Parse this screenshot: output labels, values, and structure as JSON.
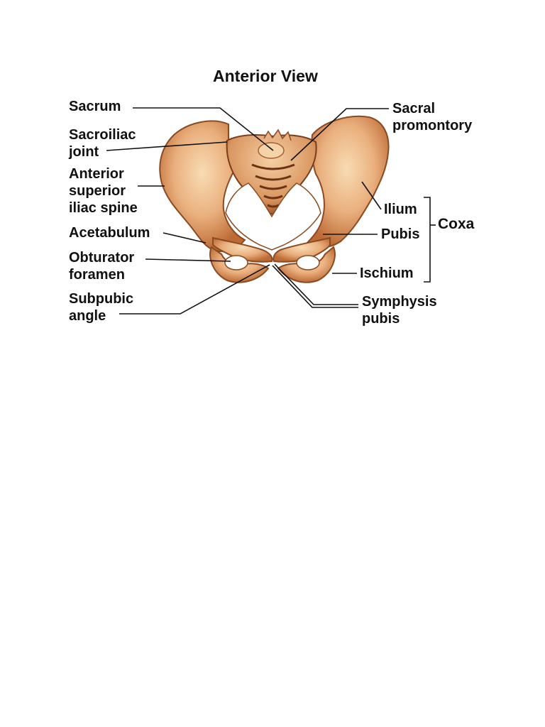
{
  "title": "Anterior View",
  "labels": {
    "sacrum": [
      "Sacrum"
    ],
    "sacroiliac_joint": [
      "Sacroiliac",
      "joint"
    ],
    "anterior_superior_iliac_spine": [
      "Anterior",
      "superior",
      "iliac spine"
    ],
    "acetabulum": [
      "Acetabulum"
    ],
    "obturator_foramen": [
      "Obturator",
      "foramen"
    ],
    "subpubic_angle": [
      "Subpubic",
      "angle"
    ],
    "sacral_promontory": [
      "Sacral",
      "promontory"
    ],
    "ilium": [
      "Ilium"
    ],
    "pubis": [
      "Pubis"
    ],
    "ischium": [
      "Ischium"
    ],
    "symphysis_pubis": [
      "Symphysis",
      "pubis"
    ],
    "coxa": [
      "Coxa"
    ]
  },
  "colors": {
    "bone_light": "#f6d2a6",
    "bone_mid": "#e8a877",
    "bone_dark": "#b8652f",
    "bone_outline": "#8a4a22",
    "sacrum_fill": "#f0c290",
    "leader_line": "#111111"
  }
}
